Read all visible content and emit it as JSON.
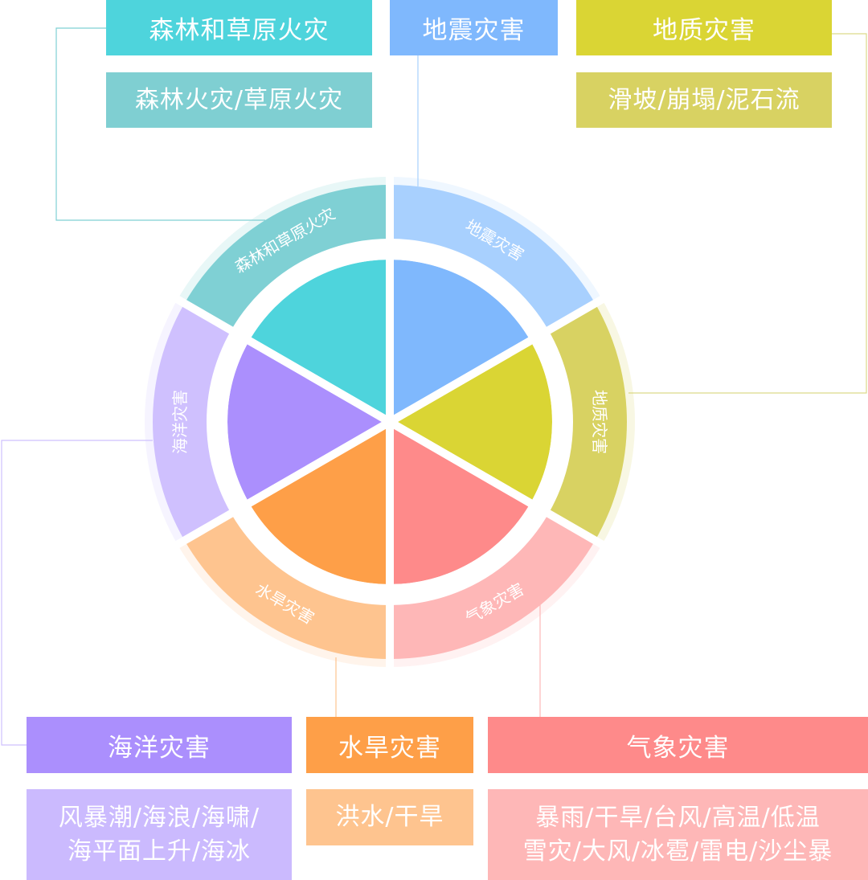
{
  "categories": [
    {
      "id": "forest",
      "title": "森林和草原火灾",
      "detail": [
        "森林火灾/草原火灾"
      ],
      "ring_label": "森林和草原火灾",
      "color_inner": "#4ed4dc",
      "color_ring": "#7fd0d4",
      "color_title": "#4ed4dc",
      "color_detail": "#7fcfd2"
    },
    {
      "id": "quake",
      "title": "地震灾害",
      "detail": [],
      "ring_label": "地震灾害",
      "color_inner": "#7fb8fd",
      "color_ring": "#a8d0fe",
      "color_title": "#7fb8fd",
      "color_detail": "#a8d0fe"
    },
    {
      "id": "geo",
      "title": "地质灾害",
      "detail": [
        "滑坡/崩塌/泥石流"
      ],
      "ring_label": "地质灾害",
      "color_inner": "#dad534",
      "color_ring": "#d8d262",
      "color_title": "#dad534",
      "color_detail": "#d8d262"
    },
    {
      "id": "weather",
      "title": "气象灾害",
      "detail": [
        "暴雨/干旱/台风/高温/低温",
        "雪灾/大风/冰雹/雷电/沙尘暴"
      ],
      "ring_label": "气象灾害",
      "color_inner": "#fe8a8a",
      "color_ring": "#feb7b7",
      "color_title": "#fe8a8a",
      "color_detail": "#feb7b7"
    },
    {
      "id": "flood",
      "title": "水旱灾害",
      "detail": [
        "洪水/干旱"
      ],
      "ring_label": "水旱灾害",
      "color_inner": "#fe9f48",
      "color_ring": "#fec48f",
      "color_title": "#fe9f48",
      "color_detail": "#fec48f"
    },
    {
      "id": "ocean",
      "title": "海洋灾害",
      "detail": [
        "风暴潮/海浪/海啸/",
        "海平面上升/海冰"
      ],
      "ring_label": "海洋灾害",
      "color_inner": "#ab8ffd",
      "color_ring": "#cfc0fe",
      "color_title": "#ab8ffd",
      "color_detail": "#cbbafe"
    }
  ]
}
